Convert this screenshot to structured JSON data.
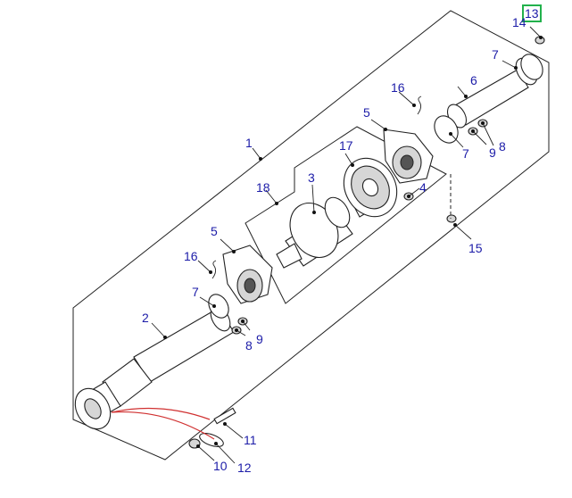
{
  "callouts": [
    {
      "id": "c1",
      "text": "1"
    },
    {
      "id": "c2",
      "text": "2"
    },
    {
      "id": "c3",
      "text": "3"
    },
    {
      "id": "c4",
      "text": "4"
    },
    {
      "id": "c5a",
      "text": "5"
    },
    {
      "id": "c5b",
      "text": "5"
    },
    {
      "id": "c6",
      "text": "6"
    },
    {
      "id": "c7a",
      "text": "7"
    },
    {
      "id": "c7b",
      "text": "7"
    },
    {
      "id": "c7c",
      "text": "7"
    },
    {
      "id": "c8a",
      "text": "8"
    },
    {
      "id": "c8b",
      "text": "8"
    },
    {
      "id": "c9a",
      "text": "9"
    },
    {
      "id": "c9b",
      "text": "9"
    },
    {
      "id": "c10",
      "text": "10"
    },
    {
      "id": "c11",
      "text": "11"
    },
    {
      "id": "c12",
      "text": "12"
    },
    {
      "id": "c13",
      "text": "13"
    },
    {
      "id": "c14",
      "text": "14"
    },
    {
      "id": "c15",
      "text": "15"
    },
    {
      "id": "c16a",
      "text": "16"
    },
    {
      "id": "c16b",
      "text": "16"
    },
    {
      "id": "c17",
      "text": "17"
    },
    {
      "id": "c18",
      "text": "18"
    }
  ],
  "colors": {
    "callout_text": "#1c1ca8",
    "highlight": "#22b14c",
    "hose": "#d03030"
  }
}
